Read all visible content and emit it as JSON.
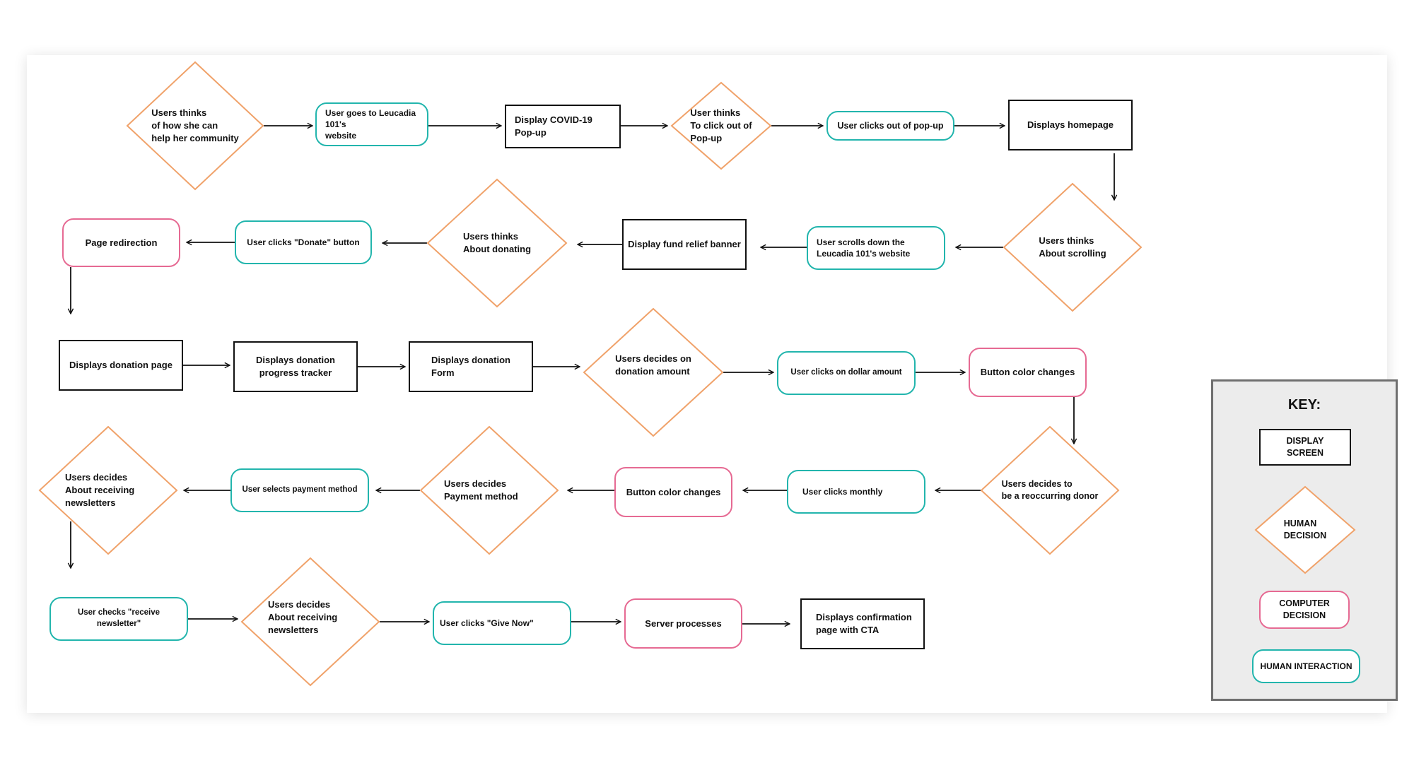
{
  "colors": {
    "display": "#111111",
    "interaction": "#22b5ad",
    "computer": "#e66a93",
    "decision": "#f0a26a"
  },
  "nodes": {
    "n1": "Users thinks\nof how she can\nhelp her community",
    "n2": "User goes to Leucadia 101's\nwebsite",
    "n3": "Display COVID-19\nPop-up",
    "n4": "User thinks\nTo click out of\nPop-up",
    "n5": "User clicks out of pop-up",
    "n6": "Displays homepage",
    "n7": "Users thinks\nAbout scrolling",
    "n8": "User scrolls down the\nLeucadia 101's website",
    "n9": "Display fund relief banner",
    "n10": "Users thinks\nAbout donating",
    "n11": "User clicks \"Donate\" button",
    "n12": "Page redirection",
    "n13": "Displays donation page",
    "n14": "Displays donation\nprogress tracker",
    "n15": "Displays donation\nForm",
    "n16": "Users decides on\ndonation amount",
    "n17": "User clicks on dollar amount",
    "n18": "Button color changes",
    "n19": "Users decides to\nbe a reoccurring donor",
    "n20": "User clicks monthly",
    "n21": "Button color changes",
    "n22": "Users decides\nPayment method",
    "n23": "User selects payment method",
    "n24": "Users decides\nAbout receiving\nnewsletters",
    "n25": "User checks \"receive newsletter\"",
    "n26": "Users decides\nAbout receiving\nnewsletters",
    "n27": "User clicks \"Give Now\"",
    "n28": "Server processes",
    "n29": "Displays confirmation\npage with CTA"
  },
  "key": {
    "title": "KEY:",
    "display": "DISPLAY\nSCREEN",
    "decision": "HUMAN\nDECISION",
    "computer": "COMPUTER\nDECISION",
    "interaction": "HUMAN INTERACTION"
  }
}
